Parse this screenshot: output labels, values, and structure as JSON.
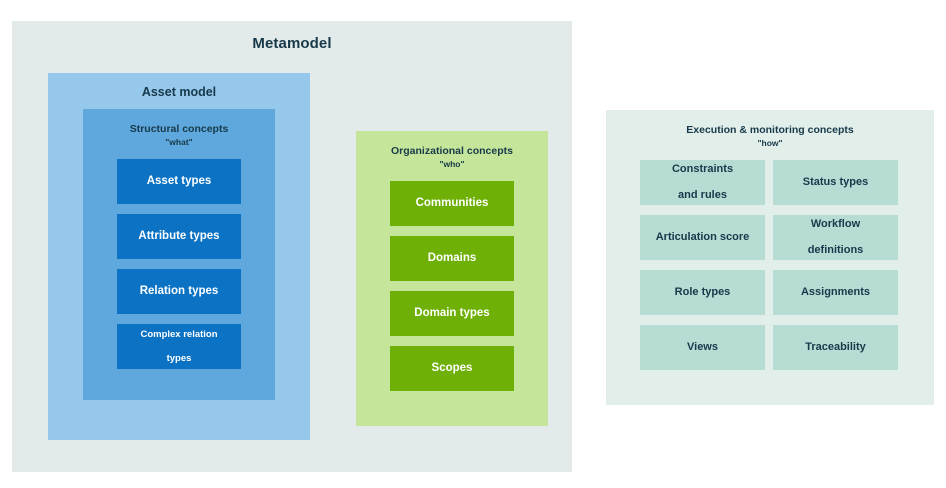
{
  "diagram": {
    "title": "Metamodel",
    "background_color": "#ffffff"
  },
  "metamodel": {
    "label": "Metamodel",
    "color": "#e3eaea",
    "asset_model": {
      "label": "Asset model",
      "color": "#96c8eb",
      "structural": {
        "title": "Structural concepts",
        "subtitle": "\"what\"",
        "color": "#5fa8dd",
        "card_color": "#0b72c4",
        "cards": [
          {
            "label": "Asset types",
            "multiline": false
          },
          {
            "label": "Attribute types",
            "multiline": false
          },
          {
            "label": "Relation types",
            "multiline": false
          },
          {
            "label": "Complex relation types",
            "line1": "Complex relation",
            "line2": "types",
            "multiline": true
          }
        ]
      }
    },
    "organizational": {
      "title": "Organizational concepts",
      "subtitle": "\"who\"",
      "color": "#c5e69a",
      "card_color": "#6fb007",
      "cards": [
        {
          "label": "Communities"
        },
        {
          "label": "Domains"
        },
        {
          "label": "Domain types"
        },
        {
          "label": "Scopes"
        }
      ]
    }
  },
  "execution": {
    "title": "Execution & monitoring concepts",
    "subtitle": "\"how\"",
    "color": "#e2eeea",
    "card_color": "#b6dcd4",
    "cards_left": [
      {
        "label": "Constraints and rules",
        "line1": "Constraints",
        "line2": "and rules",
        "multiline": true
      },
      {
        "label": "Articulation score",
        "multiline": false
      },
      {
        "label": "Role types",
        "multiline": false
      },
      {
        "label": "Views",
        "multiline": false
      }
    ],
    "cards_right": [
      {
        "label": "Status types",
        "multiline": false
      },
      {
        "label": "Workflow definitions",
        "line1": "Workflow",
        "line2": "definitions",
        "multiline": true
      },
      {
        "label": "Assignments",
        "multiline": false
      },
      {
        "label": "Traceability",
        "multiline": false
      }
    ]
  }
}
